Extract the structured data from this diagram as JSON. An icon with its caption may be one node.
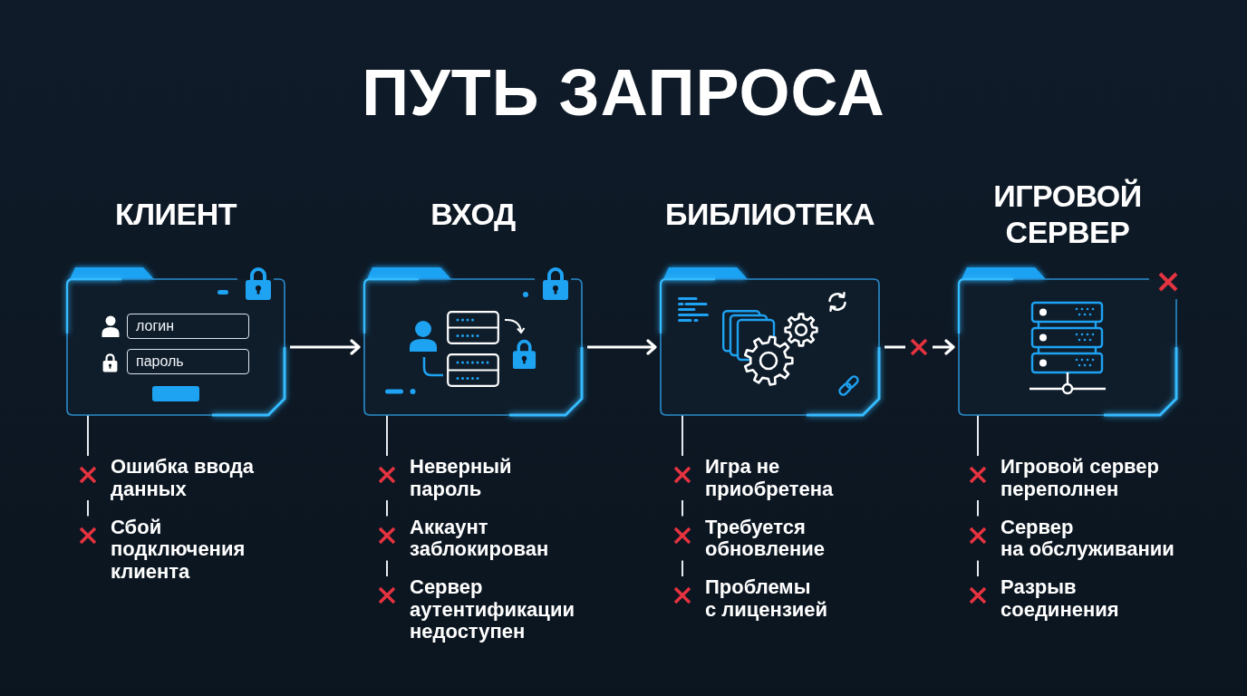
{
  "diagram": {
    "title": "ПУТЬ ЗАПРОСА",
    "nodes": [
      {
        "text": [
          "КЛИЕНТ"
        ]
      },
      {
        "text": [
          "логин"
        ],
        "in": 0
      },
      {
        "text": [
          "пароль"
        ],
        "in": 0
      },
      {
        "text": [
          "ВХОД"
        ]
      },
      {
        "text": [
          "БИБЛИОТЕКА"
        ]
      },
      {
        "text": [
          "ИГРОВОЙ СЕРВЕР"
        ]
      },
      {
        "text": [
          "Ошибка ввода данных"
        ]
      },
      {
        "text": [
          "Сбой подключения клиента"
        ]
      },
      {
        "text": [
          "Неверный пароль"
        ]
      },
      {
        "text": [
          "Аккаунт заблокирован"
        ]
      },
      {
        "text": [
          "Сервер аутентификации недоступен"
        ]
      },
      {
        "text": [
          "Игра не приобретена"
        ]
      },
      {
        "text": [
          "Требуется обновление"
        ]
      },
      {
        "text": [
          "Проблемы с лицензией"
        ]
      },
      {
        "text": [
          "Игровой сервер переполнен"
        ]
      },
      {
        "text": [
          "Сервер на обслуживании"
        ]
      },
      {
        "text": [
          "Разрыв соединения"
        ]
      }
    ],
    "edges": [
      {
        "from": 0,
        "to": 3,
        "arrow": "to"
      },
      {
        "from": 3,
        "to": 4,
        "arrow": "to"
      },
      {
        "from": 4,
        "to": 5,
        "arrow": "to",
        "style": "dashed"
      },
      {
        "from": 0,
        "to": 6,
        "arrow": "none"
      },
      {
        "from": 6,
        "to": 7,
        "arrow": "none"
      },
      {
        "from": 3,
        "to": 8,
        "arrow": "none"
      },
      {
        "from": 8,
        "to": 9,
        "arrow": "none"
      },
      {
        "from": 9,
        "to": 10,
        "arrow": "none"
      },
      {
        "from": 4,
        "to": 11,
        "arrow": "none"
      },
      {
        "from": 11,
        "to": 12,
        "arrow": "none"
      },
      {
        "from": 12,
        "to": 13,
        "arrow": "none"
      },
      {
        "from": 5,
        "to": 14,
        "arrow": "none"
      },
      {
        "from": 14,
        "to": 15,
        "arrow": "none"
      },
      {
        "from": 15,
        "to": 16,
        "arrow": "none"
      }
    ]
  }
}
